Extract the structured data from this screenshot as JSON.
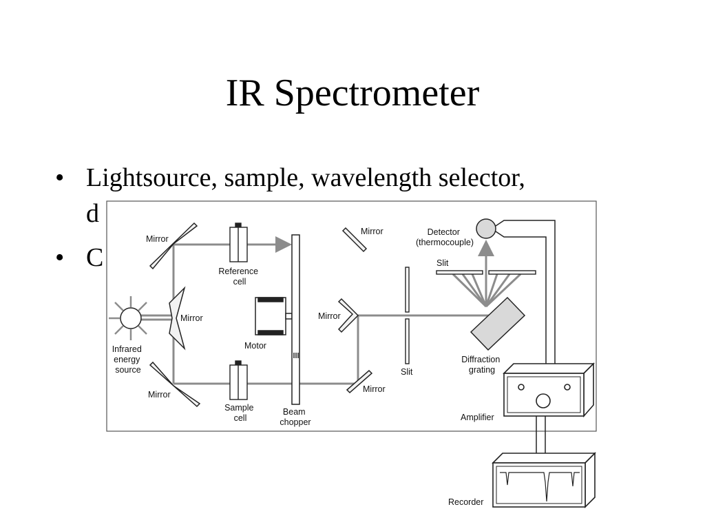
{
  "slide": {
    "title": "IR Spectrometer",
    "bullets": [
      {
        "text": "Lightsource, sample, wavelength selector,",
        "continuation": "d"
      },
      {
        "text": "C"
      }
    ]
  },
  "diagram": {
    "labels": {
      "mirror_top_left": "Mirror",
      "mirror_center_left": "Mirror",
      "mirror_bottom_left": "Mirror",
      "mirror_top_right": "Mirror",
      "mirror_center_right": "Mirror",
      "mirror_bottom_right": "Mirror",
      "reference_cell": [
        "Reference",
        "cell"
      ],
      "sample_cell": [
        "Sample",
        "cell"
      ],
      "motor": "Motor",
      "beam_chopper": [
        "Beam",
        "chopper"
      ],
      "source": [
        "Infrared",
        "energy",
        "source"
      ],
      "slit_center": "Slit",
      "slit_top": "Slit",
      "detector": [
        "Detector",
        "(thermocouple)"
      ],
      "grating": [
        "Diffraction",
        "grating"
      ],
      "amplifier": "Amplifier",
      "recorder": "Recorder"
    },
    "colors": {
      "beam": "#8c8c8c",
      "component_fill": "#d9d9d9",
      "line": "#222222"
    }
  }
}
